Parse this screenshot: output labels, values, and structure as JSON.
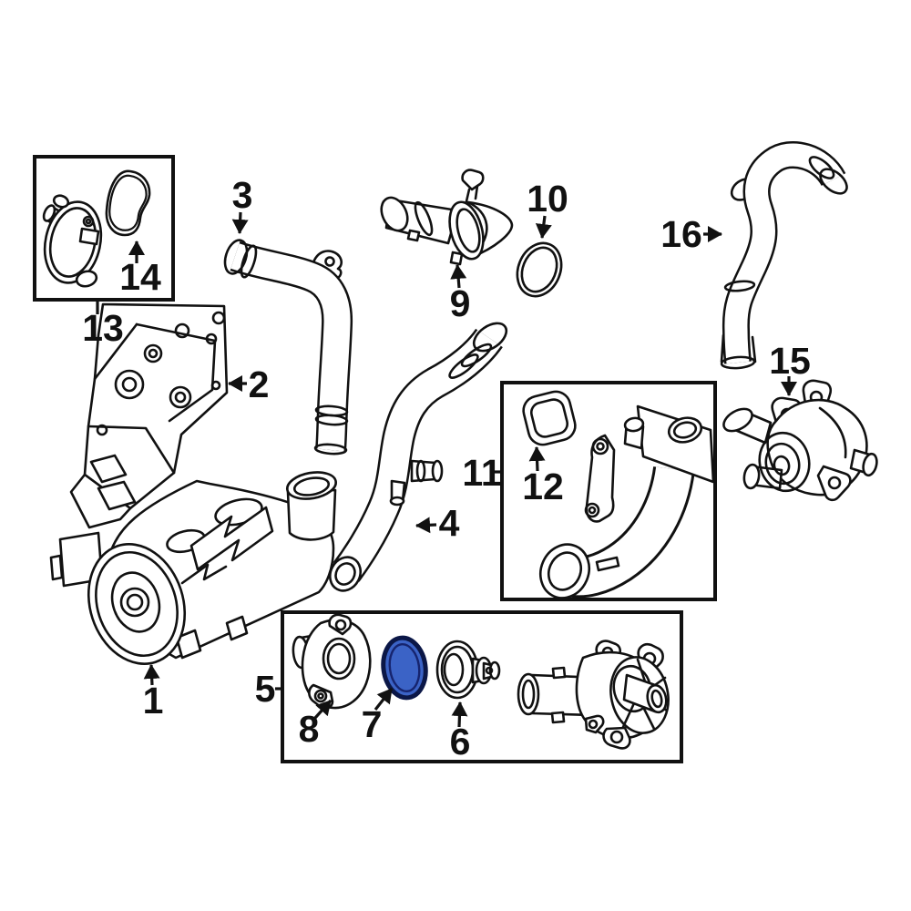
{
  "diagram": {
    "type": "exploded-parts-diagram",
    "description_of_pixels": "black line-art exploded view of engine cooling thermostat and hose parts with numbered callouts, part 7 highlighted blue",
    "colors": {
      "background": "#ffffff",
      "line": "#111111",
      "highlight_fill": "#3b63c6",
      "highlight_stroke": "#0b1747",
      "highlight_inner_line": "#16246e"
    },
    "highlighted_part": "7",
    "callouts": [
      {
        "number": "1"
      },
      {
        "number": "2"
      },
      {
        "number": "3"
      },
      {
        "number": "4"
      },
      {
        "number": "5"
      },
      {
        "number": "6"
      },
      {
        "number": "7",
        "highlighted": true
      },
      {
        "number": "8"
      },
      {
        "number": "9"
      },
      {
        "number": "10"
      },
      {
        "number": "11"
      },
      {
        "number": "12"
      },
      {
        "number": "13"
      },
      {
        "number": "14"
      },
      {
        "number": "15"
      },
      {
        "number": "16"
      }
    ]
  }
}
